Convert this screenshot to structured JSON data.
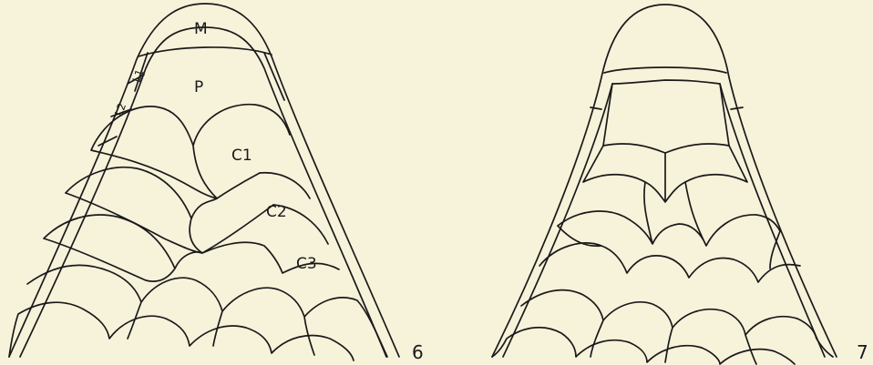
{
  "figure_6": {
    "number": "6",
    "labels": {
      "M": "M",
      "P": "P",
      "L1": "L1",
      "L2": "L2",
      "C1": "C1",
      "C2": "C2",
      "C3": "C3"
    }
  },
  "figure_7": {
    "number": "7"
  },
  "colors": {
    "paper": "#f7f2da",
    "ink": "#1a1a1a"
  }
}
